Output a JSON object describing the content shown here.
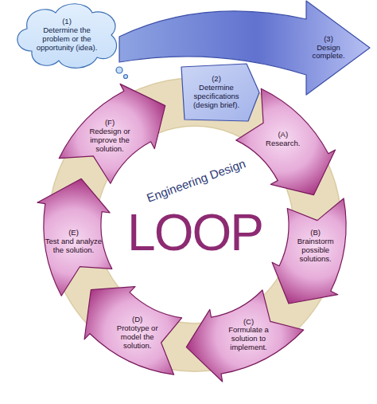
{
  "diagram": {
    "nodes": [
      {
        "text": [
          "(1)",
          "Determine the problem or the opportunity (idea)."
        ]
      },
      {
        "text": [
          "(2)",
          "Determine specifications (design brief)."
        ]
      },
      {
        "text": [
          "(3)",
          "Design complete."
        ]
      },
      {
        "text": [
          "(A)",
          "Research."
        ]
      },
      {
        "text": [
          "(B)",
          "Brainstorm possible solutions."
        ]
      },
      {
        "text": [
          "(C)",
          "Formulate a solution to implement."
        ]
      },
      {
        "text": [
          "(D)",
          "Prototype or model the solution."
        ]
      },
      {
        "text": [
          "(E)",
          "Test and analyze the solution."
        ]
      },
      {
        "text": [
          "(F)",
          "Redesign or improve the solution."
        ]
      }
    ],
    "labels": [
      "Engineering Design",
      "LOOP"
    ]
  }
}
